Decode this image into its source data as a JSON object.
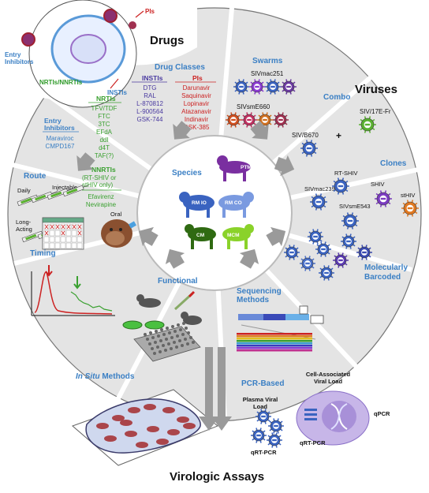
{
  "headings": {
    "drugs": "Drugs",
    "viruses": "Viruses",
    "virologic_assays": "Virologic Assays"
  },
  "mechanism_labels": {
    "pis": "PIs",
    "entry_inhibitors": "Entry\nInhibitors",
    "nrtis_nnrtis": "NRTIs/NNRTIs",
    "instis": "INSTIs"
  },
  "drug_classes": {
    "title": "Drug Classes",
    "instis": {
      "header": "INSTIs",
      "items": [
        "DTG",
        "RAL",
        "L-870812",
        "L-900564",
        "GSK-744"
      ]
    },
    "pis": {
      "header": "PIs",
      "items": [
        "Darunavir",
        "Saquinavir",
        "Lopinavir",
        "Atazanavir",
        "Indinavir",
        "GSK-385"
      ]
    },
    "nrtis": {
      "header": "NRTIs",
      "items": [
        "TFV/TDF",
        "FTC",
        "3TC",
        "EFdA",
        "ddI",
        "d4T",
        "TAF(?)"
      ]
    },
    "entry_inhibitors": {
      "header": "Entry\nInhibitors",
      "items": [
        "Maraviroc",
        "CMPD167"
      ]
    },
    "nnrtis": {
      "header": "NNRTIs",
      "subheader": "(RT-SHIV or\nstHIV only)",
      "items": [
        "Efavirenz",
        "Nevirapine"
      ]
    }
  },
  "swarms": {
    "title": "Swarms",
    "items": [
      "SIVmac251",
      "SIVsmE660"
    ]
  },
  "combo": {
    "title": "Combo",
    "items": [
      "SIV/17E-Fr",
      "SIV/B670"
    ],
    "plus": "+"
  },
  "clones": {
    "title": "Clones",
    "items": [
      "RT-SHIV",
      "SHIV",
      "SIVmac239",
      "stHIV",
      "SIVsmE543"
    ]
  },
  "barcoded": {
    "title": "Molecularly\nBarcoded"
  },
  "species": {
    "title": "Species",
    "items": [
      "PTM",
      "RM IO",
      "RM CO",
      "CM",
      "MCM"
    ]
  },
  "route": {
    "title": "Route",
    "labels": [
      "Daily",
      "Injectable",
      "Oral",
      "Long-\nActing"
    ]
  },
  "timing": {
    "title": "Timing"
  },
  "functional": {
    "title": "Functional"
  },
  "sequencing": {
    "title": "Sequencing\nMethods"
  },
  "insitu": {
    "title_italic": "In Situ",
    "title_rest": " Methods"
  },
  "pcr": {
    "title": "PCR-Based",
    "cell_assoc": "Cell-Associated\nViral Load",
    "plasma": "Plasma Viral\nLoad",
    "qpcr": "qPCR",
    "qrt1": "qRT-PCR",
    "qrt2": "qRT-PCR"
  },
  "colors": {
    "sector_fill": "#e9e9e9",
    "blue_label": "#3a7fc4",
    "insti_purple": "#4a3aa0",
    "pi_red": "#cc2222",
    "green": "#3aa030",
    "ptm": "#7a2fa0",
    "rm": "#3a63c0",
    "cm": "#2f6a12",
    "mcm": "#8ad22a"
  }
}
